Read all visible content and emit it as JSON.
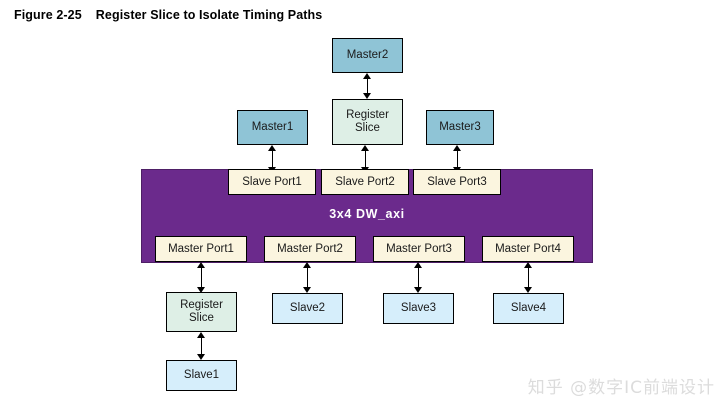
{
  "figure": {
    "number": "Figure 2-25",
    "caption": "Register Slice to Isolate Timing Paths"
  },
  "diagram": {
    "interconnect": {
      "label": "3x4 DW_axi",
      "color": "#6b2a8c"
    },
    "masters": [
      {
        "label": "Master1"
      },
      {
        "label": "Master2"
      },
      {
        "label": "Master3"
      }
    ],
    "slaves": [
      {
        "label": "Slave1"
      },
      {
        "label": "Slave2"
      },
      {
        "label": "Slave3"
      },
      {
        "label": "Slave4"
      }
    ],
    "register_slices": [
      {
        "label": "Register\nSlice"
      },
      {
        "label": "Register\nSlice"
      }
    ],
    "slave_ports": [
      {
        "label": "Slave Port1"
      },
      {
        "label": "Slave Port2"
      },
      {
        "label": "Slave Port3"
      }
    ],
    "master_ports": [
      {
        "label": "Master Port1"
      },
      {
        "label": "Master Port2"
      },
      {
        "label": "Master Port3"
      },
      {
        "label": "Master Port4"
      }
    ],
    "colors": {
      "master": "#8fc4d6",
      "slave": "#d6eefb",
      "register_slice": "#deefe6",
      "port": "#fbf5df",
      "interconnect": "#6b2a8c"
    }
  },
  "watermark": "知乎 @数字IC前端设计"
}
